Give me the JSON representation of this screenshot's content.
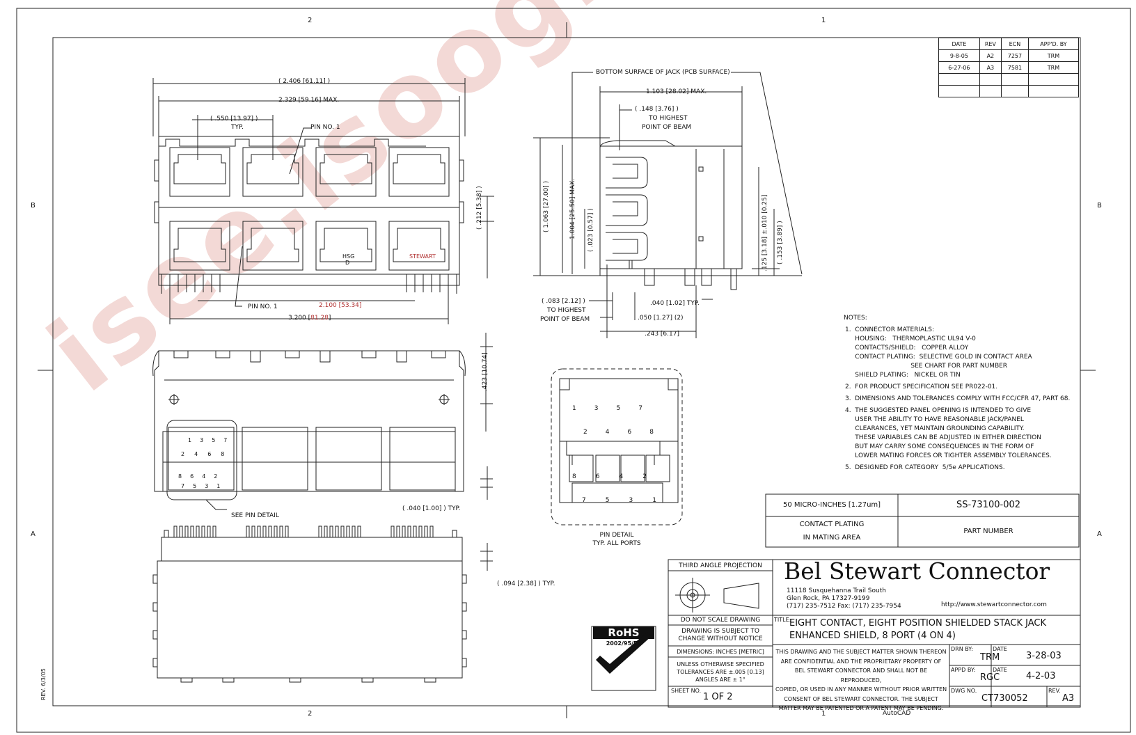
{
  "frame": {
    "zone_top": [
      "2",
      "1"
    ],
    "zone_bottom": [
      "2",
      "1"
    ],
    "zone_left": [
      "B",
      "A"
    ],
    "zone_right": [
      "B",
      "A"
    ]
  },
  "revisions": {
    "headers": [
      "DATE",
      "REV",
      "ECN",
      "APP'D. BY"
    ],
    "rows": [
      [
        "9-8-05",
        "A2",
        "7257",
        "TRM"
      ],
      [
        "6-27-06",
        "A3",
        "7581",
        "TRM"
      ],
      [
        "",
        "",
        "",
        ""
      ],
      [
        "",
        "",
        "",
        ""
      ]
    ]
  },
  "top_view": {
    "dim_overall": "( 2.406 [61.11] )",
    "dim_max": "2.329 [59.16] MAX.",
    "dim_pitch": "( .550 [13.97] )",
    "dim_pitch_typ": "TYP.",
    "pin1_top": "PIN NO. 1",
    "pin1_bottom": "PIN NO. 1",
    "dim_212": "( .212 [5.38] )",
    "dim_2100": "2.100 [53.34]",
    "dim_3200_a": "3.200 [",
    "dim_3200_b": "81.28",
    "dim_3200_c": "]",
    "hsg": "HSG",
    "hsg_d": "D",
    "stewart": "STEWART"
  },
  "front_view": {
    "dim_423": ".423 [10.74]",
    "dim_040": "( .040 [1.00] ) TYP.",
    "see_pin_detail": "SEE PIN DETAIL",
    "pin_top_row": [
      "1",
      "3",
      "5",
      "7"
    ],
    "pin_mid_row": [
      "2",
      "4",
      "6",
      "8"
    ],
    "pin_low_row": [
      "8",
      "6",
      "4",
      "2"
    ],
    "pin_bottom_row": [
      "7",
      "5",
      "3",
      "1"
    ]
  },
  "bottom_view": {
    "dim_094": "( .094 [2.38] ) TYP."
  },
  "side_view": {
    "bottom_surface": "BOTTOM SURFACE OF JACK (PCB SURFACE)",
    "dim_1103": "1.103 [28.02] MAX.",
    "dim_148": "( .148 [3.76] )",
    "to_highest_1": "TO HIGHEST",
    "point_of_beam_1": "POINT OF BEAM",
    "dim_1063": "( 1.063 [27.00] )",
    "dim_1004": "1.004 [25.50] MAX.",
    "dim_023": "( .023 [0.57] )",
    "dim_125": ".125 [3.18] ±.010 [0.25]",
    "dim_153": "( .153 [3.89] )",
    "dim_083": "( .083 [2.12] )",
    "to_highest_2": "TO HIGHEST",
    "point_of_beam_2": "POINT OF BEAM",
    "dim_040b": ".040 [1.02] TYP.",
    "dim_050": ".050 [1.27] (2)",
    "dim_243": ".243 [6.17]"
  },
  "pin_detail": {
    "top_row": [
      "1",
      "3",
      "5",
      "7"
    ],
    "mid_row": [
      "2",
      "4",
      "6",
      "8"
    ],
    "low_row": [
      "8",
      "6",
      "4",
      "2"
    ],
    "bottom_row": [
      "7",
      "5",
      "3",
      "1"
    ],
    "caption_1": "PIN DETAIL",
    "caption_2": "TYP. ALL PORTS"
  },
  "notes": {
    "heading": "NOTES:",
    "lines": [
      "1.  CONNECTOR MATERIALS:",
      "     HOUSING:   THERMOPLASTIC UL94 V-0",
      "     CONTACTS/SHIELD:   COPPER ALLOY",
      "     CONTACT PLATING:  SELECTIVE GOLD IN CONTACT AREA",
      "                                 SEE CHART FOR PART NUMBER",
      "     SHIELD PLATING:   NICKEL OR TIN",
      "2.  FOR PRODUCT SPECIFICATION SEE PR022-01.",
      "3.  DIMENSIONS AND TOLERANCES COMPLY WITH FCC/CFR 47, PART 68.",
      "4.  THE SUGGESTED PANEL OPENING IS INTENDED TO GIVE",
      "     USER THE ABILITY TO HAVE REASONABLE JACK/PANEL",
      "     CLEARANCES, YET MAINTAIN GROUNDING CAPABILITY.",
      "     THESE VARIABLES CAN BE ADJUSTED IN EITHER DIRECTION",
      "     BUT MAY CARRY SOME CONSEQUENCES IN THE FORM OF",
      "     LOWER MATING FORCES OR TIGHTER ASSEMBLY TOLERANCES.",
      "5.  DESIGNED FOR CATEGORY  5/5e APPLICATIONS."
    ]
  },
  "plating_table": {
    "plating_value": "50 MICRO-INCHES [1.27um]",
    "part_value": "SS-73100-002",
    "plating_label_1": "CONTACT PLATING",
    "plating_label_2": "IN MATING AREA",
    "part_label": "PART NUMBER"
  },
  "title_block": {
    "projection": "THIRD ANGLE PROJECTION",
    "company": "Bel Stewart Connector",
    "address_1": "11118 Susquehanna Trail South",
    "address_2": "Glen Rock, PA  17327-9199",
    "address_3": "(717) 235-7512  Fax: (717) 235-7954",
    "url": "http://www.stewartconnector.com",
    "do_not_scale": "DO NOT SCALE DRAWING",
    "subject_1": "DRAWING IS SUBJECT TO",
    "subject_2": "CHANGE WITHOUT NOTICE",
    "dimensions": "DIMENSIONS: INCHES [METRIC]",
    "tol_1": "UNLESS OTHERWISE SPECIFIED",
    "tol_2": "TOLERANCES ARE ±.005 [0.13]",
    "tol_3": "ANGLES ARE ± 1°",
    "sheet_label": "SHEET NO.",
    "sheet_value": "1  OF  2",
    "title_label": "TITLE:",
    "title_1": "EIGHT CONTACT, EIGHT POSITION SHIELDED STACK JACK",
    "title_2": "ENHANCED SHIELD, 8 PORT (4 ON 4)",
    "conf_1": "THIS DRAWING AND THE SUBJECT MATTER SHOWN THEREON",
    "conf_2": "ARE CONFIDENTIAL AND THE PROPRIETARY PROPERTY OF",
    "conf_3": "BEL STEWART CONNECTOR AND SHALL NOT BE REPRODUCED,",
    "conf_4": "COPIED, OR USED IN ANY MANNER WITHOUT PRIOR WRITTEN",
    "conf_5": "CONSENT OF BEL STEWART CONNECTOR.  THE SUBJECT",
    "conf_6": "MATTER MAY BE PATENTED OR A PATENT MAY BE PENDING.",
    "drn_label": "DRN BY:",
    "drn_value": "TRM",
    "drn_date_label": "DATE",
    "drn_date": "3-28-03",
    "appd_label": "APPD BY:",
    "appd_value": "RGC",
    "appd_date_label": "DATE",
    "appd_date": "4-2-03",
    "dwg_label": "DWG NO.",
    "dwg_value": "CT730052",
    "rev_label": "REV.",
    "rev_value": "A3"
  },
  "rohs": {
    "label": "RoHS",
    "directive": "2002/95/EC"
  },
  "footer": {
    "autocad": "AutoCAD",
    "rev_date": "REV. 6/3/05"
  },
  "watermark": "isee.isoog.com"
}
